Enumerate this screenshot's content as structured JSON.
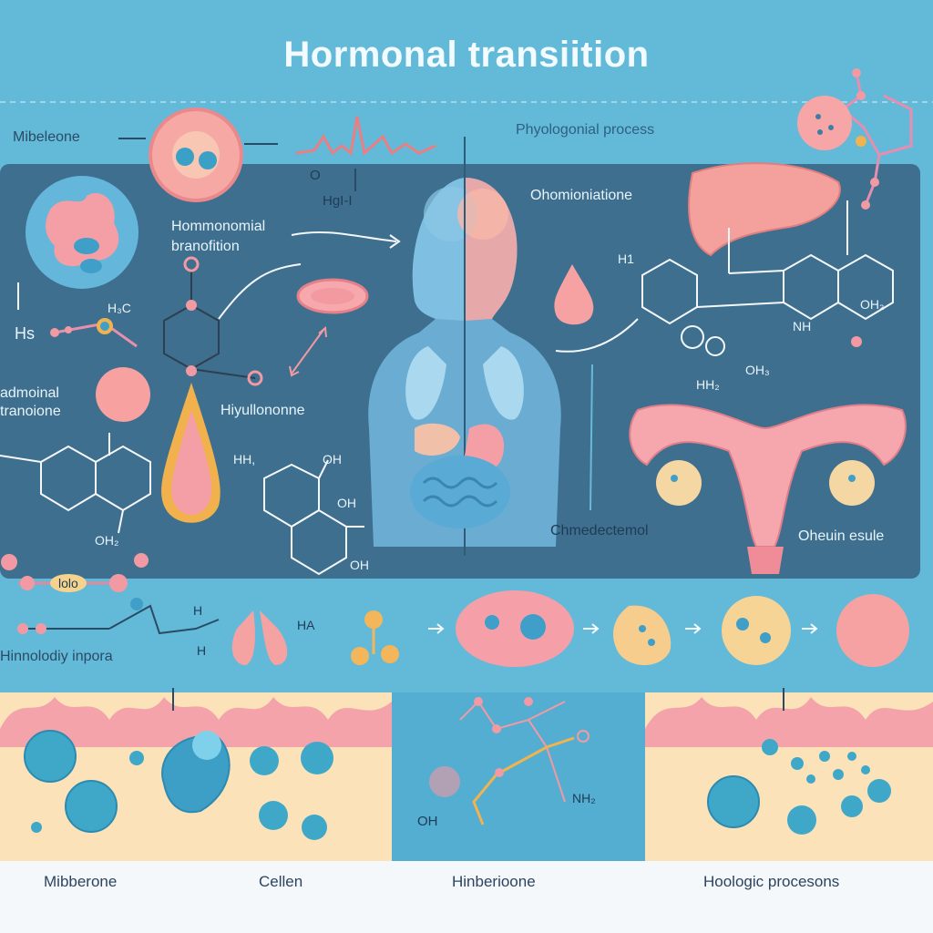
{
  "header": {
    "title": "Hormonal transiition"
  },
  "labels": {
    "mibeleone": "Mibeleone",
    "physiological": "Phyologonial process",
    "hormonal_transition": "Hommonomial\nbranofition",
    "ohormioniatione": "Ohomioniatione",
    "hyulononne": "Hiyullononne",
    "admoinal_tranoione": "admoinal\ntranoione",
    "chmodectemol": "Chmedectemol",
    "oheuin_esule": "Oheuin esule",
    "hinology_inpora": "Hinnolodiy inpora",
    "chem_oh_left": "OH₂",
    "chem_hh": "HH,",
    "chem_oh1": "OH",
    "chem_oh2": "OH",
    "chem_oh3": "OH",
    "chem_h1": "H1",
    "chem_oh_right": "OH₂",
    "chem_hh_right": "HH₂",
    "chem_oh_right2": "OH₃",
    "chem_nh": "NH",
    "chem_hs": "Hs",
    "chem_h3c": "H₃C",
    "chem_hg": "HgI-I",
    "chem_o_top": "O",
    "chem_oh_bottom": "OH",
    "chem_nh_bottom": "NH₂",
    "chem_h_mid": "H",
    "chem_h_mid2": "H",
    "chem_ha": "HA",
    "chem_lolo": "lolo"
  },
  "footer": {
    "captions": [
      "Mibberone",
      "Cellen",
      "Hinberioone",
      "Hoologic procesons"
    ]
  },
  "colors": {
    "background": "#5fb8d6",
    "panel": "#3d6e8e",
    "pink": "#f7a8ad",
    "cell_blue": "#3fa9c9",
    "tissue": "#fbe1b8"
  }
}
